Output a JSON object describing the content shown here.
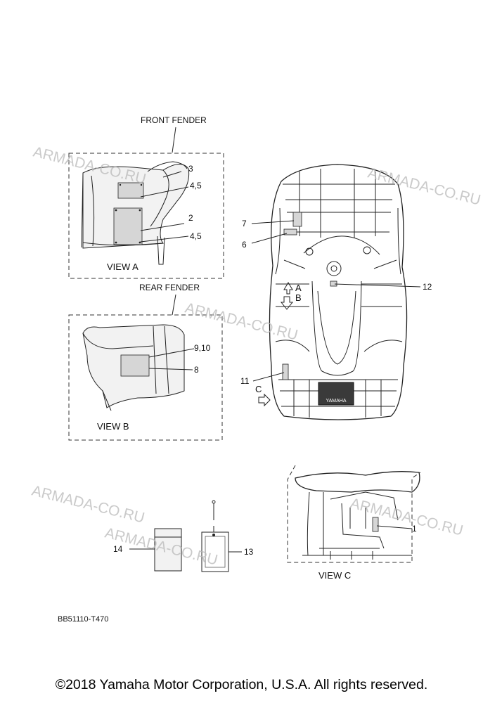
{
  "section_titles": {
    "front_fender": "FRONT FENDER",
    "rear_fender": "REAR FENDER"
  },
  "views": {
    "a": "VIEW A",
    "b": "VIEW B",
    "c": "VIEW C"
  },
  "view_markers": {
    "a": "A",
    "b": "B",
    "c": "C"
  },
  "callouts": {
    "p1": "1",
    "p2": "2",
    "p3": "3",
    "p45_upper": "4,5",
    "p45_lower": "4,5",
    "p6": "6",
    "p7": "7",
    "p8": "8",
    "p910": "9,10",
    "p11": "11",
    "p12": "12",
    "p13": "13",
    "p14": "14"
  },
  "brand_plate": "YAMAHA",
  "drawing_code": "BB51110-T470",
  "watermarks": [
    "ARMADA-CO.RU",
    "ARMADA-CO.RU",
    "ARMADA-CO.RU",
    "ARMADA-CO.RU",
    "ARMADA-CO.RU",
    "ARMADA-CO.RU"
  ],
  "copyright": "©2018 Yamaha Motor Corporation, U.S.A. All rights reserved."
}
